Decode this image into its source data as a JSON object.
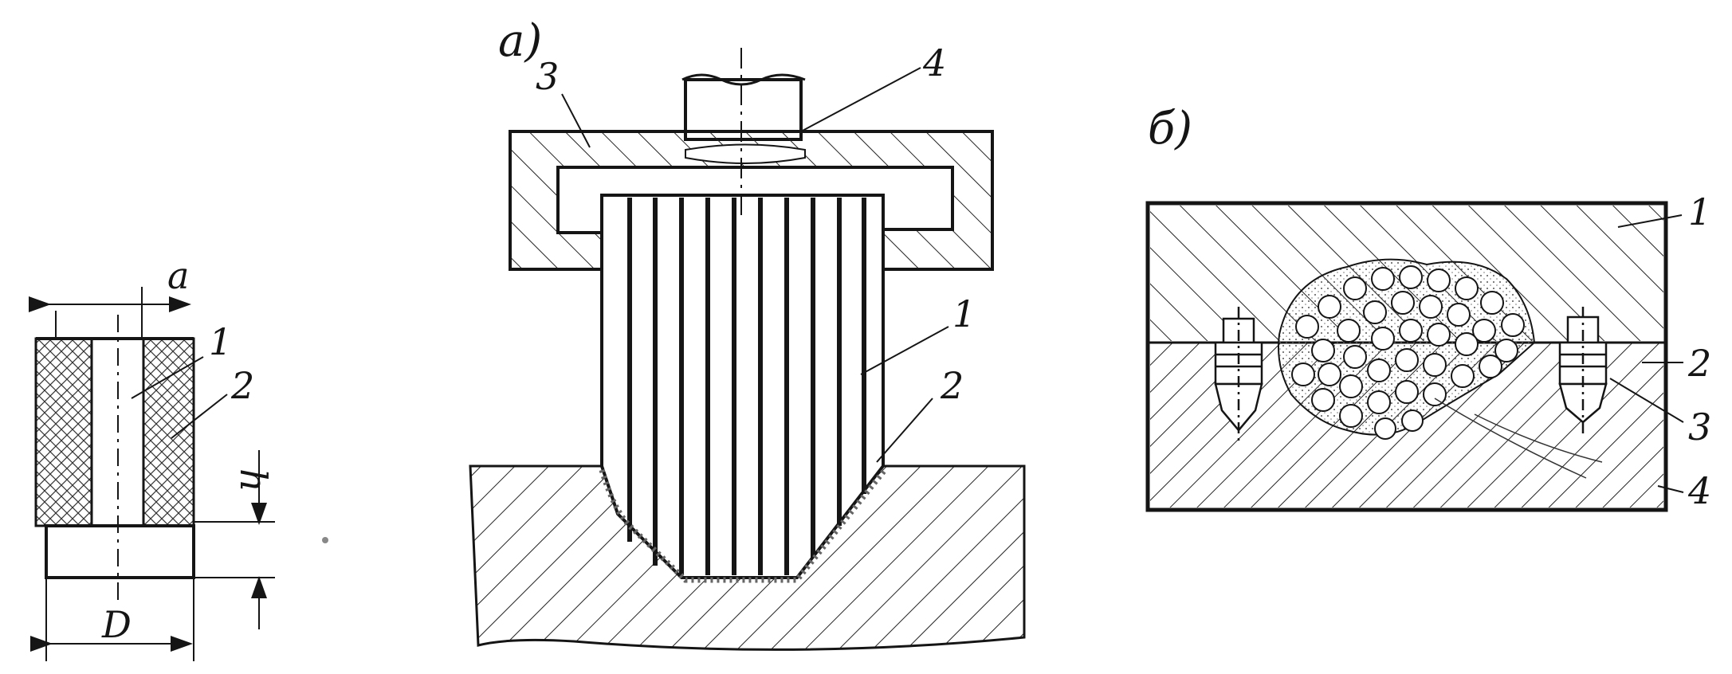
{
  "figure": {
    "part_left": {
      "dims": {
        "a": "a",
        "h": "h",
        "D": "D"
      },
      "callouts": [
        "1",
        "2"
      ]
    },
    "part_a": {
      "tag": "а)",
      "callouts": [
        "1",
        "2",
        "3",
        "4"
      ]
    },
    "part_b": {
      "tag": "б)",
      "callouts": [
        "1",
        "2",
        "3",
        "4"
      ]
    }
  },
  "colors": {
    "ink": "#151515",
    "paper": "#ffffff"
  }
}
